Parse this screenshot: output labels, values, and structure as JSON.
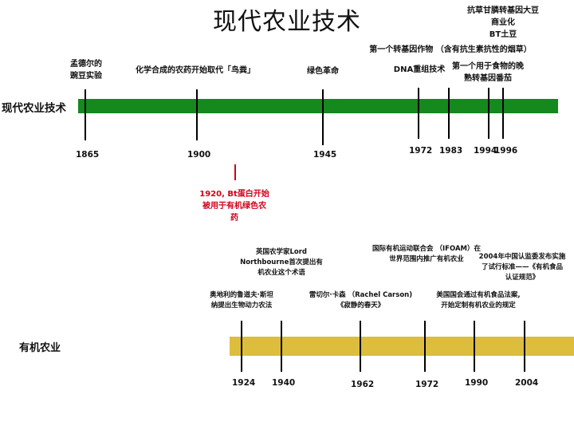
{
  "title": "现代农业技术",
  "colors": {
    "modern_bar": "#15881e",
    "organic_bar": "#dcbe3c",
    "highlight": "#d0021b"
  },
  "modern": {
    "label": "现代农业技术",
    "events": [
      {
        "year": "1865",
        "text": "孟德尔的\n豌豆实验"
      },
      {
        "year": "1900",
        "text": "化学合成的农药开始取代「鸟粪」"
      },
      {
        "year": "1945",
        "text": "绿色革命"
      },
      {
        "year": "1972",
        "text": "DNA重组技术"
      },
      {
        "year": "1983",
        "text": "第一个转基因作物 （含有抗生素抗性的烟草）"
      },
      {
        "year": "1994",
        "text": "第一个用于食物的晚\n熟转基因番茄"
      },
      {
        "year": "1996",
        "text": "抗草甘膦转基因大豆\n商业化\nBT土豆"
      }
    ],
    "bt_note": {
      "text": "1920, Bt蛋白开始\n被用于有机绿色农\n药"
    }
  },
  "organic": {
    "label": "有机农业",
    "events": [
      {
        "year": "1924",
        "text": "奥地利的鲁道夫·斯坦\n纳提出生物动力农法"
      },
      {
        "year": "1940",
        "text": "英国农学家Lord\nNorthbourne首次提出有\n机农业这个术语"
      },
      {
        "year": "1962",
        "text": "雷切尔·卡森 （Rachel Carson)\n《寂静的春天》"
      },
      {
        "year": "1972",
        "text": "国际有机运动联合会 （IFOAM）在\n世界范围内推广有机农业"
      },
      {
        "year": "1990",
        "text": "美国国会通过有机食品法案,\n开始定制有机农业的规定"
      },
      {
        "year": "2004",
        "text": "2004年中国认监委发布实施\n了试行标准——《有机食品\n认证规范》"
      }
    ]
  }
}
